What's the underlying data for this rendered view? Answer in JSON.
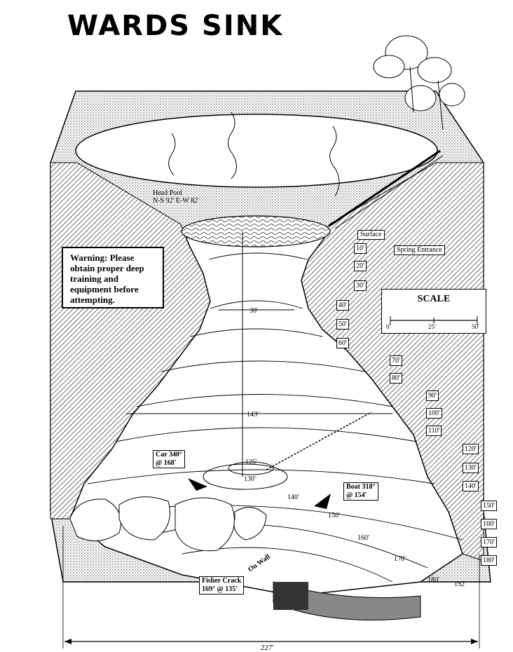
{
  "title": "WARDS SINK",
  "warning": "Warning: Please obtain proper deep training and equipment before attempting.",
  "head_pool": {
    "line1": "Head Pool",
    "line2": "N-S 92' E-W 82'"
  },
  "surface_label": "Surface",
  "spring_entrance": "Spring Entrance",
  "scale": {
    "title": "SCALE",
    "ticks": [
      "0'",
      "25'",
      "50'"
    ]
  },
  "widths": {
    "w30": "30'",
    "w143": "143'",
    "w227": "227'"
  },
  "depth_markers": [
    "10'",
    "20'",
    "30'",
    "40'",
    "50'",
    "60'",
    "70'",
    "80'",
    "90'",
    "100'",
    "110'",
    "120'",
    "130'",
    "140'",
    "150'",
    "160'",
    "170'",
    "180'"
  ],
  "floor_depths": {
    "d125": "125'",
    "d130": "130'",
    "d140": "140'",
    "d150": "150'",
    "d160": "160'",
    "d170": "170'",
    "d180": "180'",
    "d192": "192'"
  },
  "car": {
    "line1": "Car 340°",
    "line2": "@ 168'"
  },
  "boat": {
    "line1": "Boat 318°",
    "line2": "@ 154'"
  },
  "on_wall": "On Wall",
  "fisher_crack": {
    "line1": "Fisher Crack",
    "line2": "169° @ 135'"
  },
  "colors": {
    "ink": "#000000",
    "paper": "#ffffff",
    "stipple": "#b8b8b8",
    "hatch": "#555555"
  }
}
